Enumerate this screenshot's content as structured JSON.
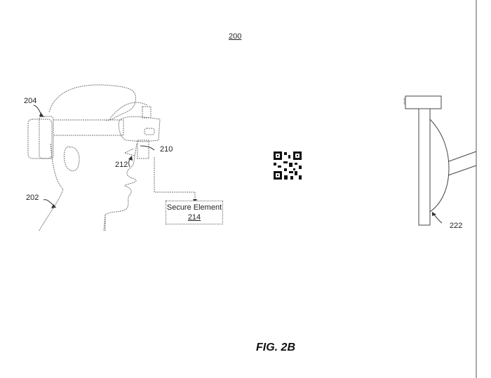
{
  "figure": {
    "number_label": "200",
    "caption": "FIG. 2B"
  },
  "labels": {
    "user": "202",
    "headset": "204",
    "display": "210",
    "eye": "212",
    "mirror": "222"
  },
  "secure_element": {
    "title": "Secure Element",
    "ref": "214"
  }
}
